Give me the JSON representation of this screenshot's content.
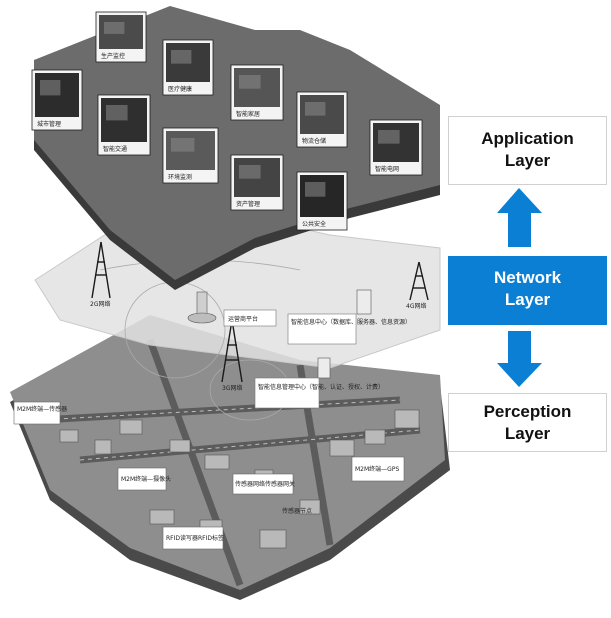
{
  "layers": {
    "application": {
      "line1": "Application",
      "line2": "Layer",
      "color": "#ffffff"
    },
    "network": {
      "line1": "Network",
      "line2": "Layer",
      "color": "#0b7fd3"
    },
    "perception": {
      "line1": "Perception",
      "line2": "Layer",
      "color": "#ffffff"
    }
  },
  "arrow_color": "#0b7fd3",
  "network_layer": {
    "tower_left": "2G网络",
    "tower_right": "4G网络",
    "tower_center": "3G网络",
    "platform": "运营商平台",
    "service_center": "智能信息中心（数据库、服务器、信息资源）",
    "mgmt_center": "智能信息管理中心（智能、认证、授权、计费）"
  },
  "perception_layer": {
    "m2m_left": "M2M终端—传感器",
    "m2m_mid": "M2M终端—摄像头",
    "m2m_right": "M2M终端—GPS",
    "sensor_gateway": "传感器网络传感器网关",
    "rfid": "RFID读写器RFID标签",
    "sensor_node": "传感器节点"
  },
  "application_layer": {
    "photos": [
      "城市管理",
      "生产监控",
      "医疗健康",
      "智能家居",
      "智能交通",
      "物流仓储",
      "环境监测",
      "智能电网",
      "资产管理",
      "公共安全"
    ]
  }
}
